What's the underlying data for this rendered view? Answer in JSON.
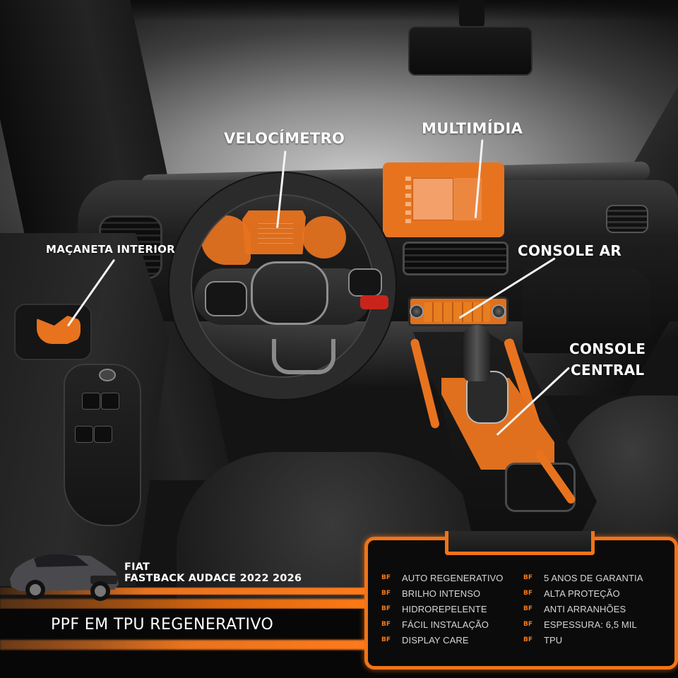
{
  "callouts": {
    "velocimetro": "VELOCÍMETRO",
    "multimidia": "MULTIMÍDIA",
    "macaneta": "MAÇANETA INTERIOR",
    "console_ar": "CONSOLE AR",
    "console_central_line1": "CONSOLE",
    "console_central_line2": "CENTRAL"
  },
  "product": {
    "brand": "FIAT",
    "model": "FASTBACK AUDACE 2022 2026",
    "headline": "PPF EM TPU REGENERATIVO"
  },
  "features": {
    "icon": "bf-logo-icon",
    "left": [
      "AUTO REGENERATIVO",
      "BRILHO INTENSO",
      "HIDROREPELENTE",
      "FÁCIL INSTALAÇÃO",
      "DISPLAY CARE"
    ],
    "right": [
      "5 ANOS DE GARANTIA",
      "ALTA PROTEÇÃO",
      "ANTI ARRANHÕES",
      "ESPESSURA: 6,5 MIL",
      "TPU"
    ],
    "icon_text": "BF"
  },
  "colors": {
    "accent_orange": "#e8731f",
    "panel_border": "#f07419",
    "background": "#0b0b0b",
    "text": "#ffffff"
  }
}
